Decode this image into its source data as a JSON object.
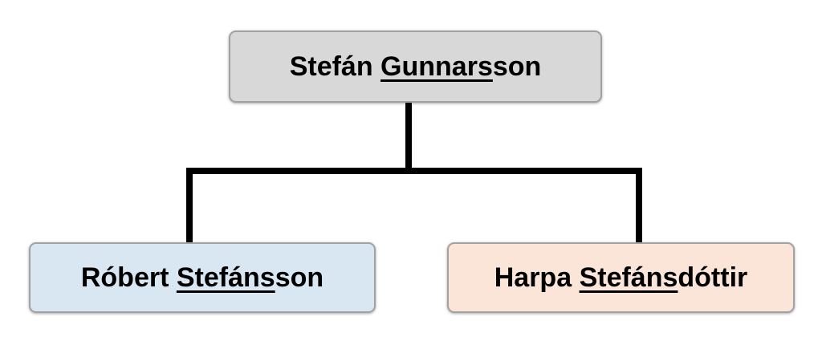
{
  "diagram": {
    "type": "family-tree",
    "background": "#ffffff",
    "line_color": "#000000",
    "nodes": {
      "parent": {
        "full_name": "Stefán Gunnarsson",
        "prefix": "Stefán ",
        "underlined": "Gunnars",
        "suffix": "son",
        "fill": "#d8d8d8",
        "border": "#a2a2a2"
      },
      "child_left": {
        "full_name": "Róbert Stefánsson",
        "prefix": "Róbert ",
        "underlined": "Stefáns",
        "suffix": "son",
        "fill": "#d9e7f2",
        "border": "#a2a2a2"
      },
      "child_right": {
        "full_name": "Harpa Stefánsdóttir",
        "prefix": "Harpa ",
        "underlined": "Stefáns",
        "suffix": "dóttir",
        "fill": "#fbe4d8",
        "border": "#a2a2a2"
      }
    },
    "edges": [
      {
        "from": "parent",
        "to": "child_left"
      },
      {
        "from": "parent",
        "to": "child_right"
      }
    ]
  }
}
